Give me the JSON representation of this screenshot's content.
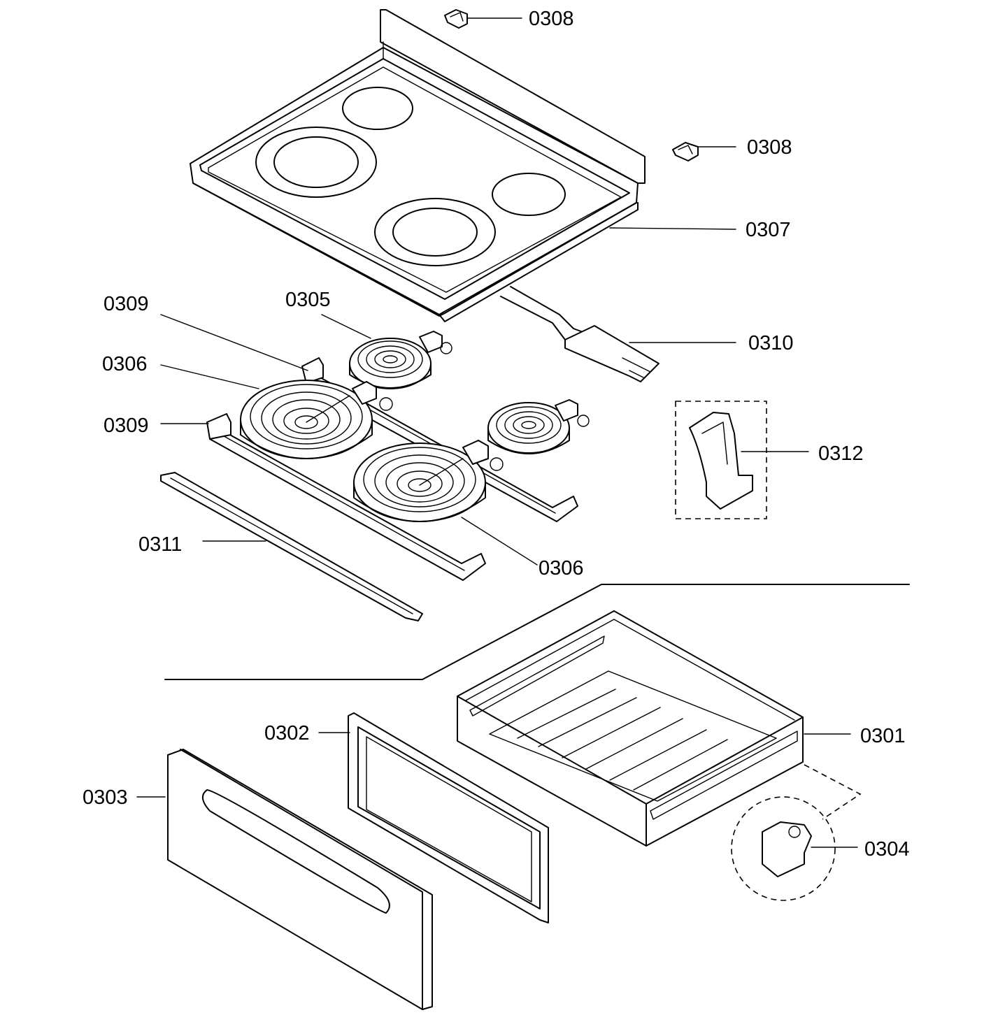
{
  "labels": {
    "p0308a": "0308",
    "p0308b": "0308",
    "p0307": "0307",
    "p0309a": "0309",
    "p0305": "0305",
    "p0310": "0310",
    "p0306a": "0306",
    "p0309b": "0309",
    "p0312": "0312",
    "p0311": "0311",
    "p0306b": "0306",
    "p0302": "0302",
    "p0301": "0301",
    "p0303": "0303",
    "p0304": "0304"
  }
}
